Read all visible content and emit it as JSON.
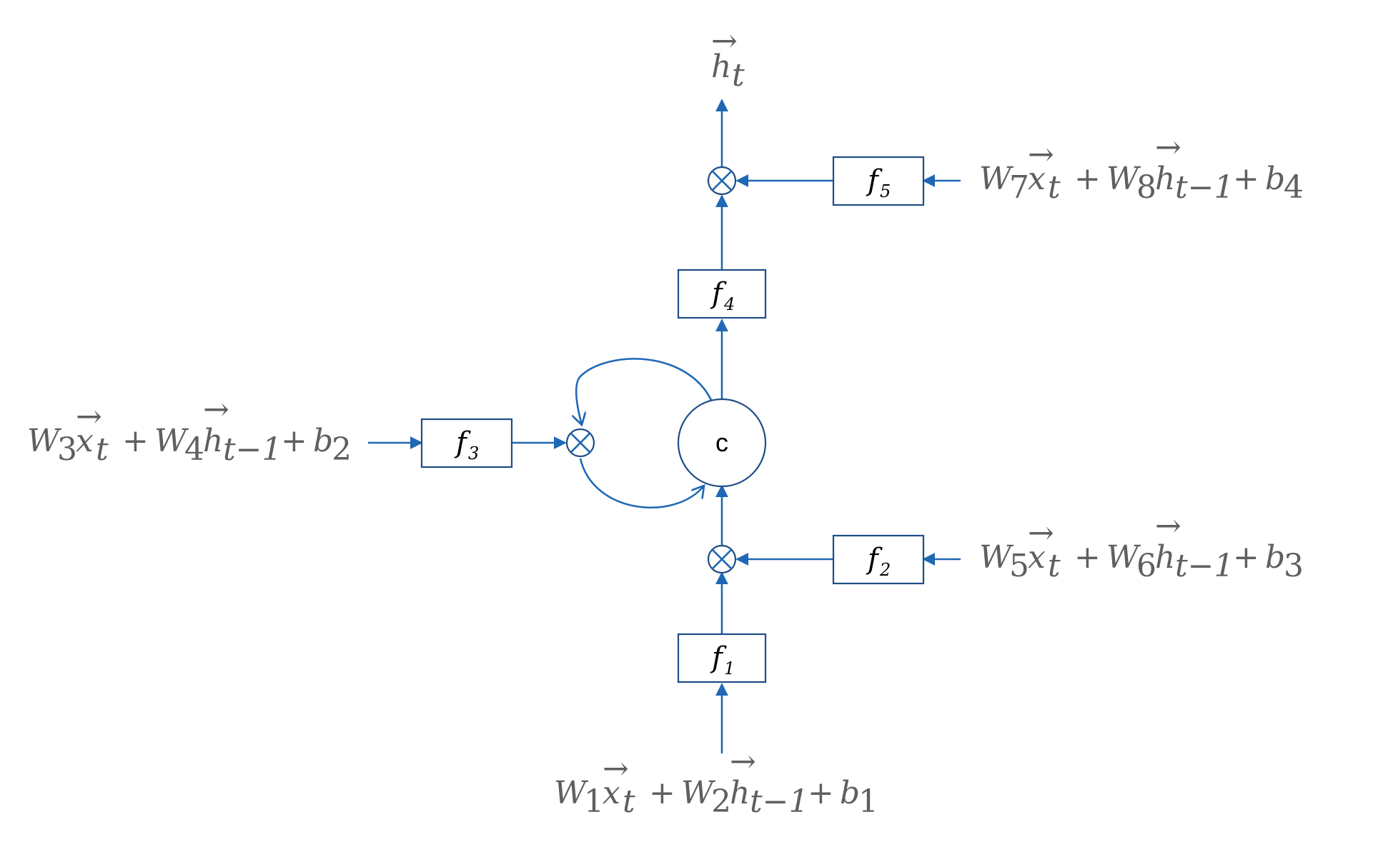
{
  "diagram": {
    "cell_label": "c",
    "output_label": "h",
    "output_sub": "t",
    "gates": [
      {
        "name": "f",
        "sub": "1"
      },
      {
        "name": "f",
        "sub": "2"
      },
      {
        "name": "f",
        "sub": "3"
      },
      {
        "name": "f",
        "sub": "4"
      },
      {
        "name": "f",
        "sub": "5"
      }
    ],
    "inputs": [
      {
        "w_a": "1",
        "w_b": "2",
        "b": "1"
      },
      {
        "w_a": "5",
        "w_b": "6",
        "b": "3"
      },
      {
        "w_a": "3",
        "w_b": "4",
        "b": "2"
      },
      {
        "w_a": "7",
        "w_b": "8",
        "b": "4"
      }
    ],
    "symbols": {
      "W": "W",
      "x": "x",
      "h": "h",
      "b": "b",
      "t": "t",
      "t_minus_1": "t−1",
      "plus": "+",
      "vec": "→"
    },
    "colors": {
      "wire": "#1f68b5",
      "box_border": "#1f4d85",
      "equation_text": "#5f5f5f"
    }
  }
}
